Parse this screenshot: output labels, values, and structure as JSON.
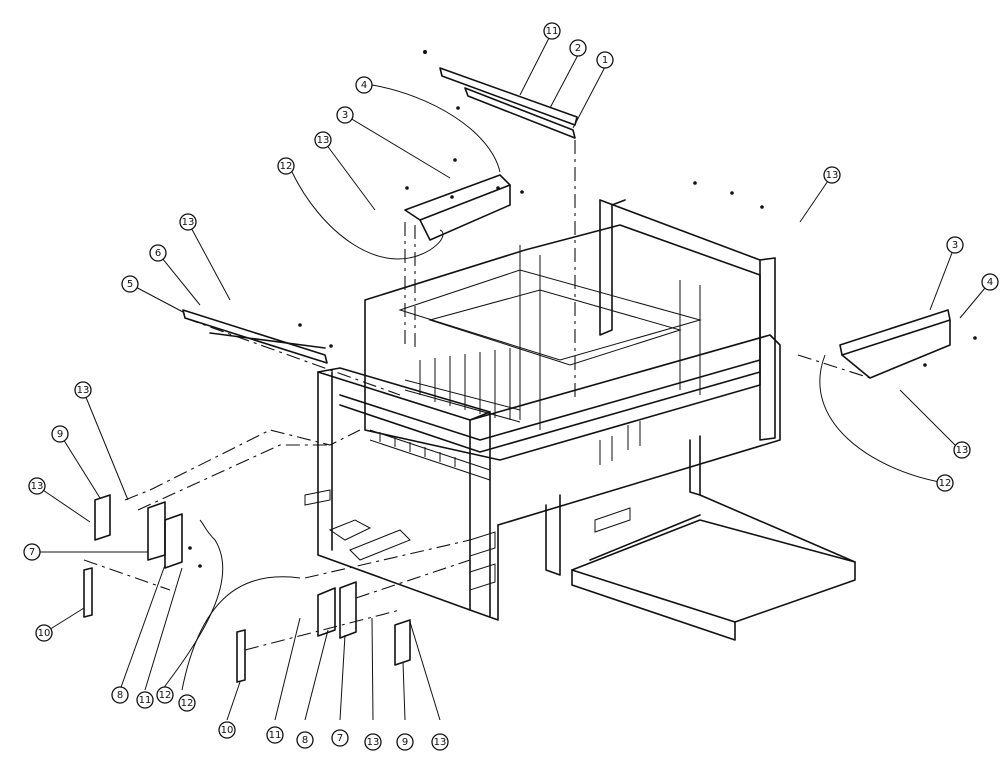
{
  "callouts": [
    {
      "label": "1"
    },
    {
      "label": "2"
    },
    {
      "label": "11"
    },
    {
      "label": "4"
    },
    {
      "label": "3"
    },
    {
      "label": "13"
    },
    {
      "label": "12"
    },
    {
      "label": "13"
    },
    {
      "label": "6"
    },
    {
      "label": "5"
    },
    {
      "label": "13"
    },
    {
      "label": "3"
    },
    {
      "label": "4"
    },
    {
      "label": "13"
    },
    {
      "label": "12"
    },
    {
      "label": "13"
    },
    {
      "label": "9"
    },
    {
      "label": "13"
    },
    {
      "label": "7"
    },
    {
      "label": "10"
    },
    {
      "label": "8"
    },
    {
      "label": "11"
    },
    {
      "label": "12"
    },
    {
      "label": "12"
    },
    {
      "label": "10"
    },
    {
      "label": "11"
    },
    {
      "label": "8"
    },
    {
      "label": "7"
    },
    {
      "label": "13"
    },
    {
      "label": "9"
    },
    {
      "label": "13"
    }
  ]
}
